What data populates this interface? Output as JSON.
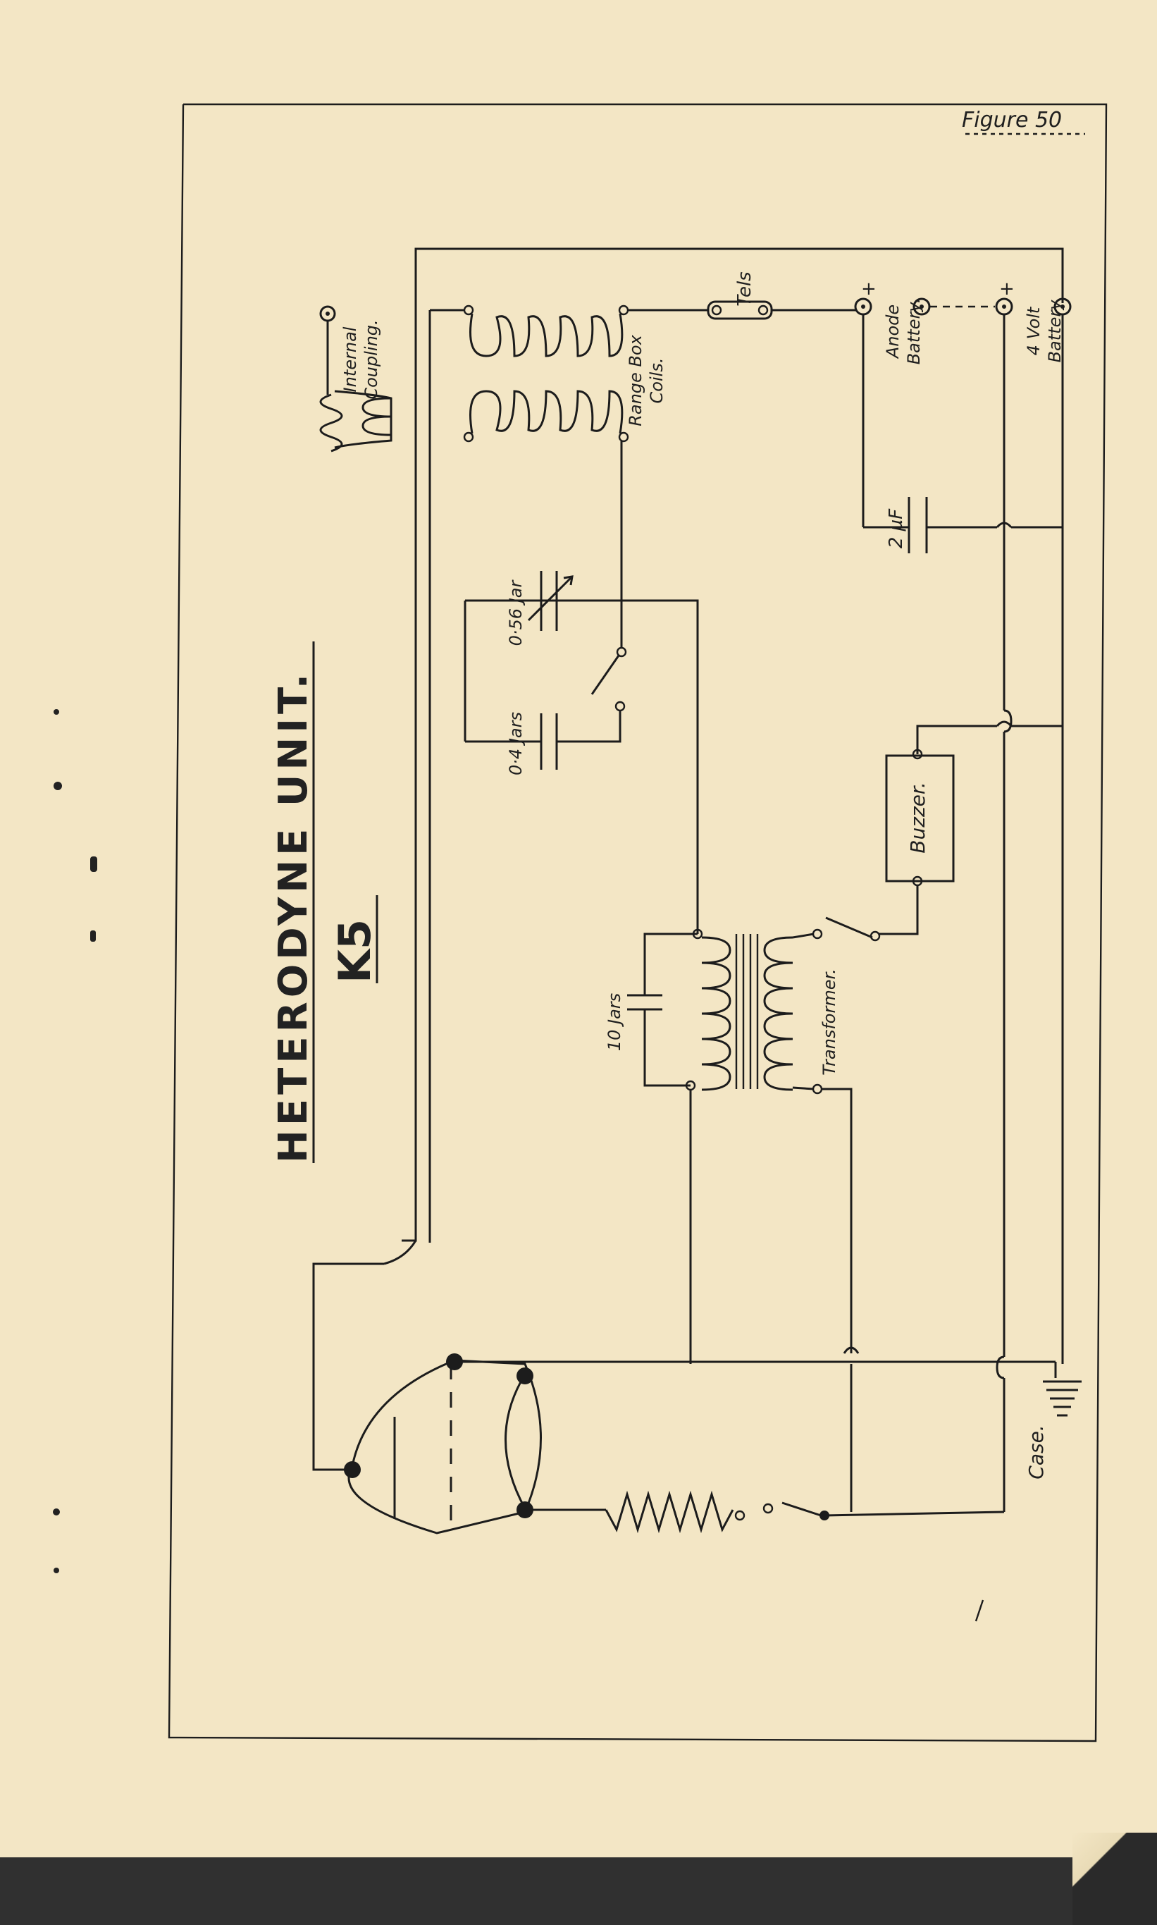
{
  "figure": "Figure 50",
  "title": "HETERODYNE UNIT.",
  "subtitle": "K5",
  "labels": {
    "internal_coupling": [
      "Internal",
      "Coupling."
    ],
    "range_box_coils": [
      "Range Box",
      "Coils."
    ],
    "tels": "Tels",
    "anode_battery": [
      "Anode",
      "Battery."
    ],
    "four_volt_battery": [
      "4 Volt",
      "Battery"
    ],
    "cap_2uf": "2 µF",
    "cap_056": "0·56 Jar",
    "cap_04": "0·4 Jars",
    "cap_10": "10 Jars",
    "buzzer": "Buzzer.",
    "transformer": "Transformer.",
    "case": "Case.",
    "plus": "+"
  },
  "colors": {
    "paper": "#f3e6c5",
    "ink": "#1c1c1c",
    "backdrop": "#303030"
  }
}
